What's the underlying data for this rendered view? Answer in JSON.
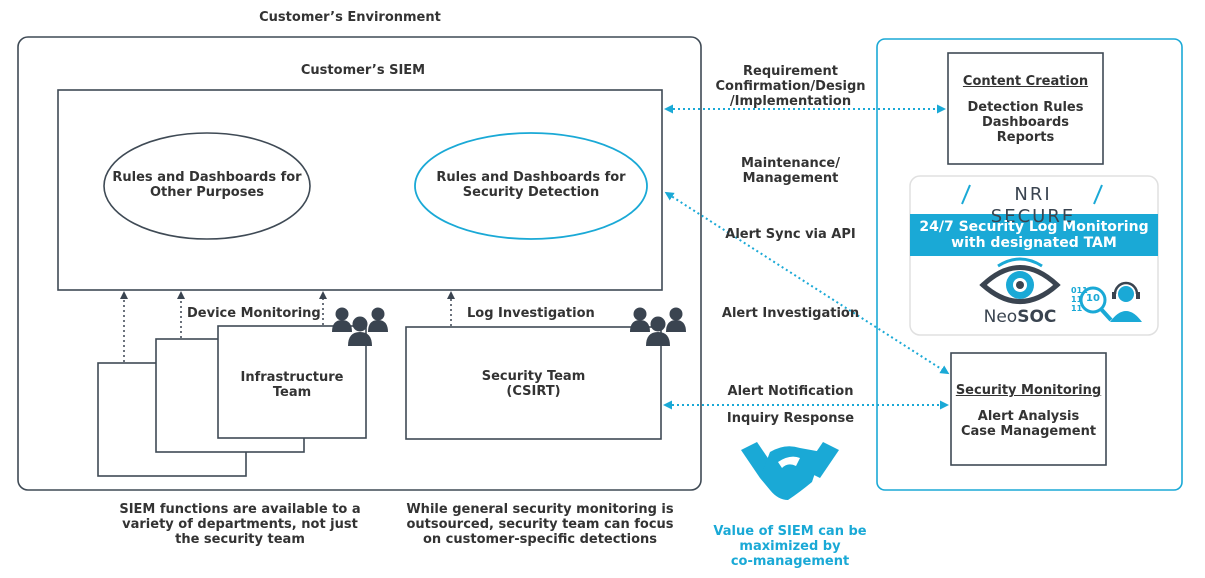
{
  "customer": {
    "environment_label": "Customer’s Environment",
    "siem_label": "Customer’s SIEM",
    "ellipse_other": "Rules and Dashboards for\nOther Purposes",
    "ellipse_security": "Rules and Dashboards for\nSecurity Detection",
    "device_monitoring": "Device Monitoring",
    "log_investigation": "Log Investigation",
    "infrastructure_team": "Infrastructure\nTeam",
    "security_team": "Security Team\n(CSIRT)"
  },
  "interactions": {
    "requirement": "Requirement\nConfirmation/Design\n/Implementation",
    "maintenance": "Maintenance/\nManagement",
    "alert_sync": "Alert Sync via API",
    "alert_investigation": "Alert Investigation",
    "alert_notification": "Alert Notification",
    "inquiry_response": "Inquiry Response"
  },
  "provider": {
    "content_creation_title": "Content Creation",
    "content_creation_items": "Detection Rules\nDashboards\nReports",
    "brand_name": "NRI SECURE",
    "service_banner": "24/7 Security Log Monitoring\nwith designated TAM",
    "neosoc_prefix": "Neo",
    "neosoc_suffix": "SOC",
    "binary_text": "011\n11\n11",
    "binary_badge": "10",
    "security_monitoring_title": "Security Monitoring",
    "security_monitoring_items": "Alert Analysis\nCase Management"
  },
  "captions": {
    "siem_functions": "SIEM functions are available to a\nvariety of departments, not just\nthe security team",
    "outsourced": "While general security monitoring is\noutsourced, security team can focus\non customer-specific detections",
    "value": "Value of SIEM can be\nmaximized by\nco-management"
  },
  "colors": {
    "accent": "#1aa9d6",
    "dark": "#3a4450",
    "border": "#3f4a55"
  },
  "icons": [
    "people-group-icon",
    "handshake-icon",
    "eye-icon",
    "headset-agent-icon",
    "magnifier-icon"
  ]
}
